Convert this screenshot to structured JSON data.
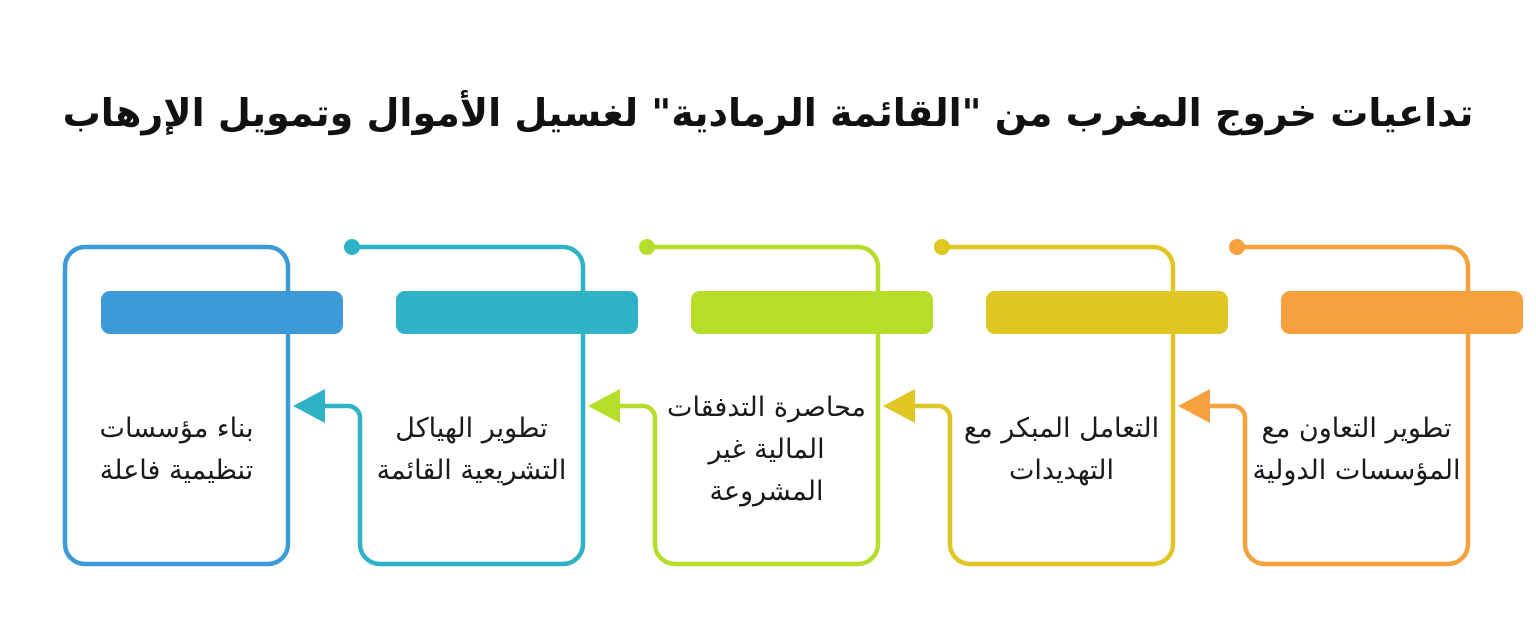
{
  "title": "تداعيات خروج المغرب من \"القائمة الرمادية\" لغسيل الأموال وتمويل الإرهاب",
  "direction": "rtl",
  "palette": {
    "background": "#ffffff",
    "title_color": "#111111",
    "card_text_color": "#1a1a1a"
  },
  "steps": [
    {
      "label": "تطوير التعاون مع المؤسسات الدولية",
      "color": "#F6A03E",
      "color_name": "orange"
    },
    {
      "label": "التعامل المبكر مع التهديدات",
      "color": "#E0C622",
      "color_name": "mustard-yellow"
    },
    {
      "label": "محاصرة التدفقات المالية غير المشروعة",
      "color": "#B4DE2A",
      "color_name": "lime-green"
    },
    {
      "label": "تطوير الهياكل التشريعية القائمة",
      "color": "#2DB2C6",
      "color_name": "teal"
    },
    {
      "label": "بناء مؤسسات تنظيمية فاعلة",
      "color": "#3C9AD9",
      "color_name": "blue"
    }
  ]
}
